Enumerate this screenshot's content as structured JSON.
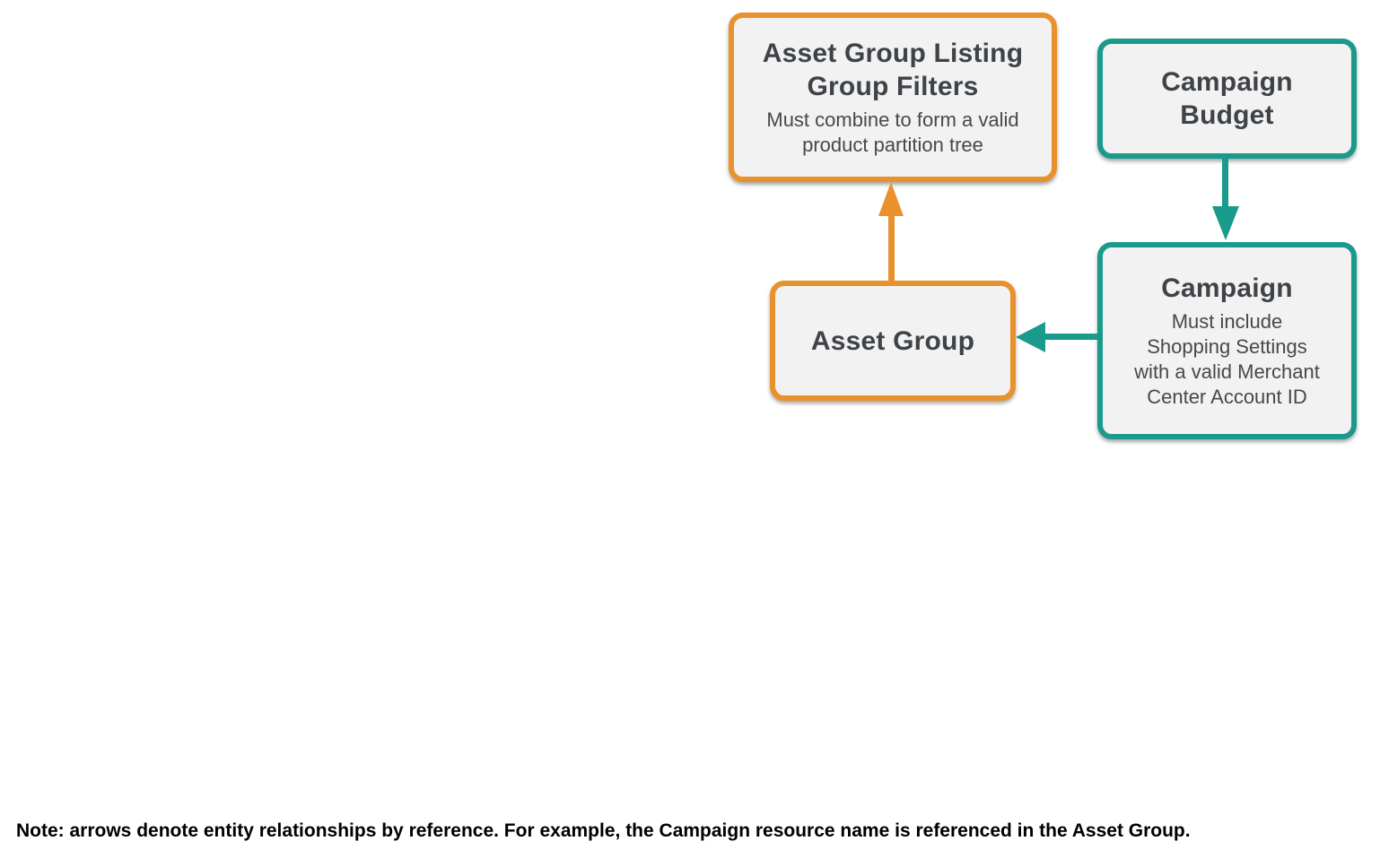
{
  "colors": {
    "orange": "#E8912D",
    "teal": "#1A9A8A",
    "box_fill": "#F2F2F2",
    "title_text": "#3F4347",
    "subtitle_text": "#45494D",
    "note_text": "#000000",
    "background": "#FFFFFF"
  },
  "diagram": {
    "nodes": {
      "filters": {
        "title_line1": "Asset Group Listing",
        "title_line2": "Group Filters",
        "subtitle_line1": "Must combine to form a valid",
        "subtitle_line2": "product partition tree"
      },
      "campaign_budget": {
        "title_line1": "Campaign",
        "title_line2": "Budget"
      },
      "asset_group": {
        "title": "Asset Group"
      },
      "campaign": {
        "title": "Campaign",
        "subtitle_line1": "Must include",
        "subtitle_line2": "Shopping Settings",
        "subtitle_line3": "with a valid Merchant",
        "subtitle_line4": "Center Account ID"
      }
    },
    "edges": [
      {
        "from": "Asset Group",
        "to": "Asset Group Listing Group Filters",
        "color": "#E8912D",
        "direction": "up"
      },
      {
        "from": "Campaign Budget",
        "to": "Campaign",
        "color": "#1A9A8A",
        "direction": "down"
      },
      {
        "from": "Campaign",
        "to": "Asset Group",
        "color": "#1A9A8A",
        "direction": "left"
      }
    ],
    "note": "Note: arrows denote entity relationships by reference. For example, the Campaign resource name is referenced in the Asset Group."
  }
}
